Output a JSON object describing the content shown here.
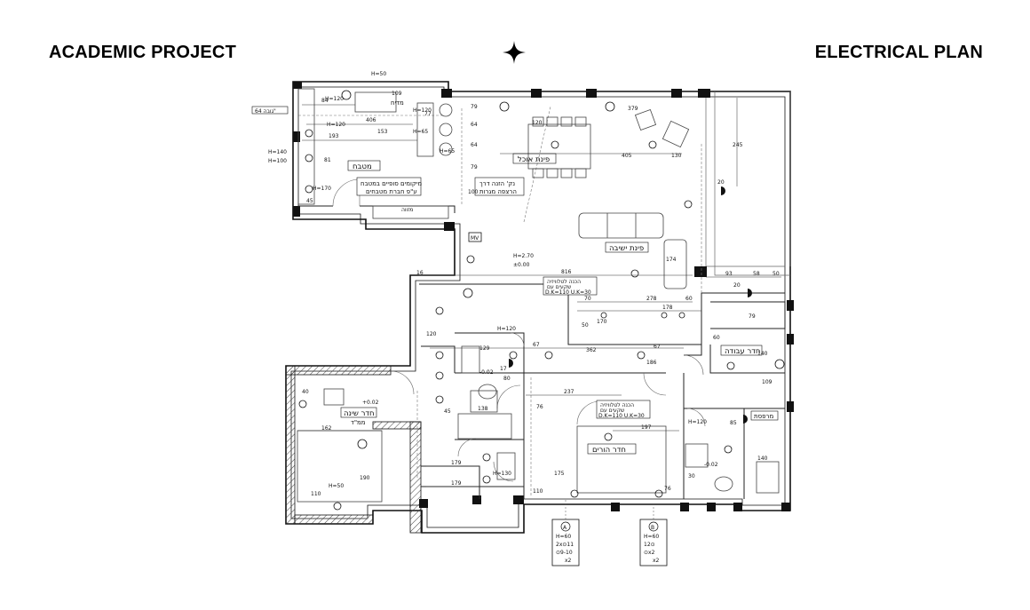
{
  "header": {
    "left_title": "ACADEMIC PROJECT",
    "right_title": "ELECTRICAL PLAN",
    "divider_icon": "four-point-star-icon"
  },
  "plan": {
    "rooms": {
      "kitchen": "מטבח",
      "dining": "פינת אוכל",
      "living": "פינת ישיבה",
      "safe_room": "ממ\"ד",
      "bedroom": "חדר שינה",
      "master": "חדר הורים",
      "workroom": "חדר עבודה",
      "service": "מרפסת",
      "balcony": "מדיח",
      "pantry": "מזווה"
    },
    "notes": {
      "kitchen_note_1": "מיקומים סופיים במטבח",
      "kitchen_note_2": "ע\"פ חברת מטבחים",
      "dining_note_1": "נק' הזנה דרך",
      "dining_note_2": "הרצפה מגרות",
      "tv_note_1": "הכנה לטלוויזיה",
      "tv_note_2": "שקעים עם",
      "tv_note_3": "D.K=110 U.K=30",
      "tv2_note_1": "הכנה לטלוויזיה",
      "tv2_note_2": "שקעים עם",
      "tv2_note_3": "D.K=110 U.K=30",
      "tag": "גובה 64\""
    },
    "heights": {
      "h50_top": "H=50",
      "h120_a": "H=120",
      "h120_b": "H=120",
      "h120_c": "H=120",
      "h65_a": "H=65",
      "h65_b": "H=65",
      "h140": "H=140",
      "h100": "H=100",
      "h170": "H=170",
      "h120_hall": "H=120",
      "h130": "H=130",
      "h50_bed": "H=50",
      "h120_work": "H=120",
      "h270": "H=2.70",
      "level": "±0.00",
      "level2": "+0.02",
      "level3": "-0.02",
      "level4": "-0.02",
      "h60_a": "H=60",
      "h60_b": "H=60"
    },
    "dims": {
      "d109": "109",
      "d84": "84",
      "d406": "406",
      "d193": "193",
      "d153": "153",
      "d81": "81",
      "d45": "45",
      "d64a": "64",
      "d64b": "64",
      "d79a": "79",
      "d77": "77",
      "d79b": "79",
      "d100": "100",
      "d120": "120",
      "d379": "379",
      "d405": "405",
      "d130": "130",
      "d245": "245",
      "d20a": "20",
      "d16": "16",
      "d816": "816",
      "d174": "174",
      "d93": "93",
      "d58": "58",
      "d50": "50",
      "d20b": "20",
      "d278": "278",
      "d178": "178",
      "d60a": "60",
      "d70": "70",
      "d50b": "50",
      "d362": "362",
      "d67a": "67",
      "d67b": "67",
      "d186": "186",
      "d129": "129",
      "d17": "17",
      "d80": "80",
      "d237": "237",
      "d76a": "76",
      "d197": "197",
      "d138": "138",
      "d45b": "45",
      "d162": "162",
      "d190": "190",
      "d110a": "110",
      "d179a": "179",
      "d179b": "179",
      "d110b": "110",
      "d175": "175",
      "d76b": "76",
      "d140": "140",
      "d109b": "109",
      "d85": "85",
      "d30": "30",
      "d140b": "140",
      "d120b": "120",
      "d170": "170",
      "d60b": "60",
      "d79c": "79",
      "d40": "40"
    },
    "legend_boxes": {
      "left": {
        "circle": "A",
        "h": "H=60",
        "l1": "2x⊙11",
        "l2": "⊙9-10",
        "l3": "x2"
      },
      "right": {
        "circle": "B",
        "h": "H=60",
        "l1": "12⊙",
        "l2": "⊙x2",
        "l3": "x2"
      }
    },
    "meter_label": "MV"
  }
}
